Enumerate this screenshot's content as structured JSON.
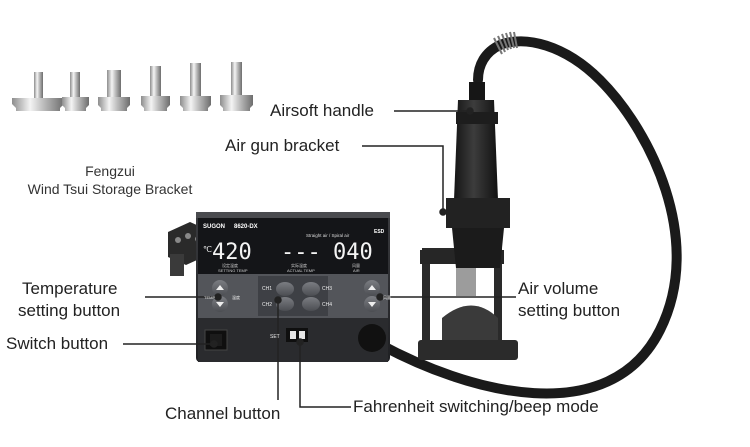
{
  "labels": {
    "airsoft_handle": "Airsoft handle",
    "air_gun_bracket": "Air gun bracket",
    "fengzui_line1": "Fengzui",
    "fengzui_line2": "Wind Tsui Storage Bracket",
    "temperature_line1": "Temperature",
    "temperature_line2": "setting button",
    "air_volume_line1": "Air volume",
    "air_volume_line2": "setting button",
    "switch_button": "Switch button",
    "channel_button": "Channel button",
    "fahrenheit": "Fahrenheit switching/beep mode"
  },
  "device": {
    "brand": "SUGON",
    "model": "8620-DX",
    "mode_label": "Straight air / Spiral air",
    "esd_label": "ESD",
    "setting_temp_cn": "设定温度",
    "setting_temp": "SETTING TEMP",
    "actual_temp_cn": "实际温度",
    "actual_temp": "ACTUAL TEMP",
    "air_cn": "风量",
    "air": "AIR",
    "celsius": "℃",
    "set_temp_value": "420",
    "actual_temp_value": "---",
    "air_value": "040",
    "ch1": "CH1",
    "ch2": "CH2",
    "ch3": "CH3",
    "ch4": "CH4",
    "temp_key": "TEMP",
    "temp_key_cn": "温度",
    "air_key_cn": "风量",
    "set_key": "SET"
  },
  "colors": {
    "panel_black": "#1c1d20",
    "display_digits": "#f4f4f4",
    "body_dark": "#2d2e31",
    "line": "#222222"
  }
}
